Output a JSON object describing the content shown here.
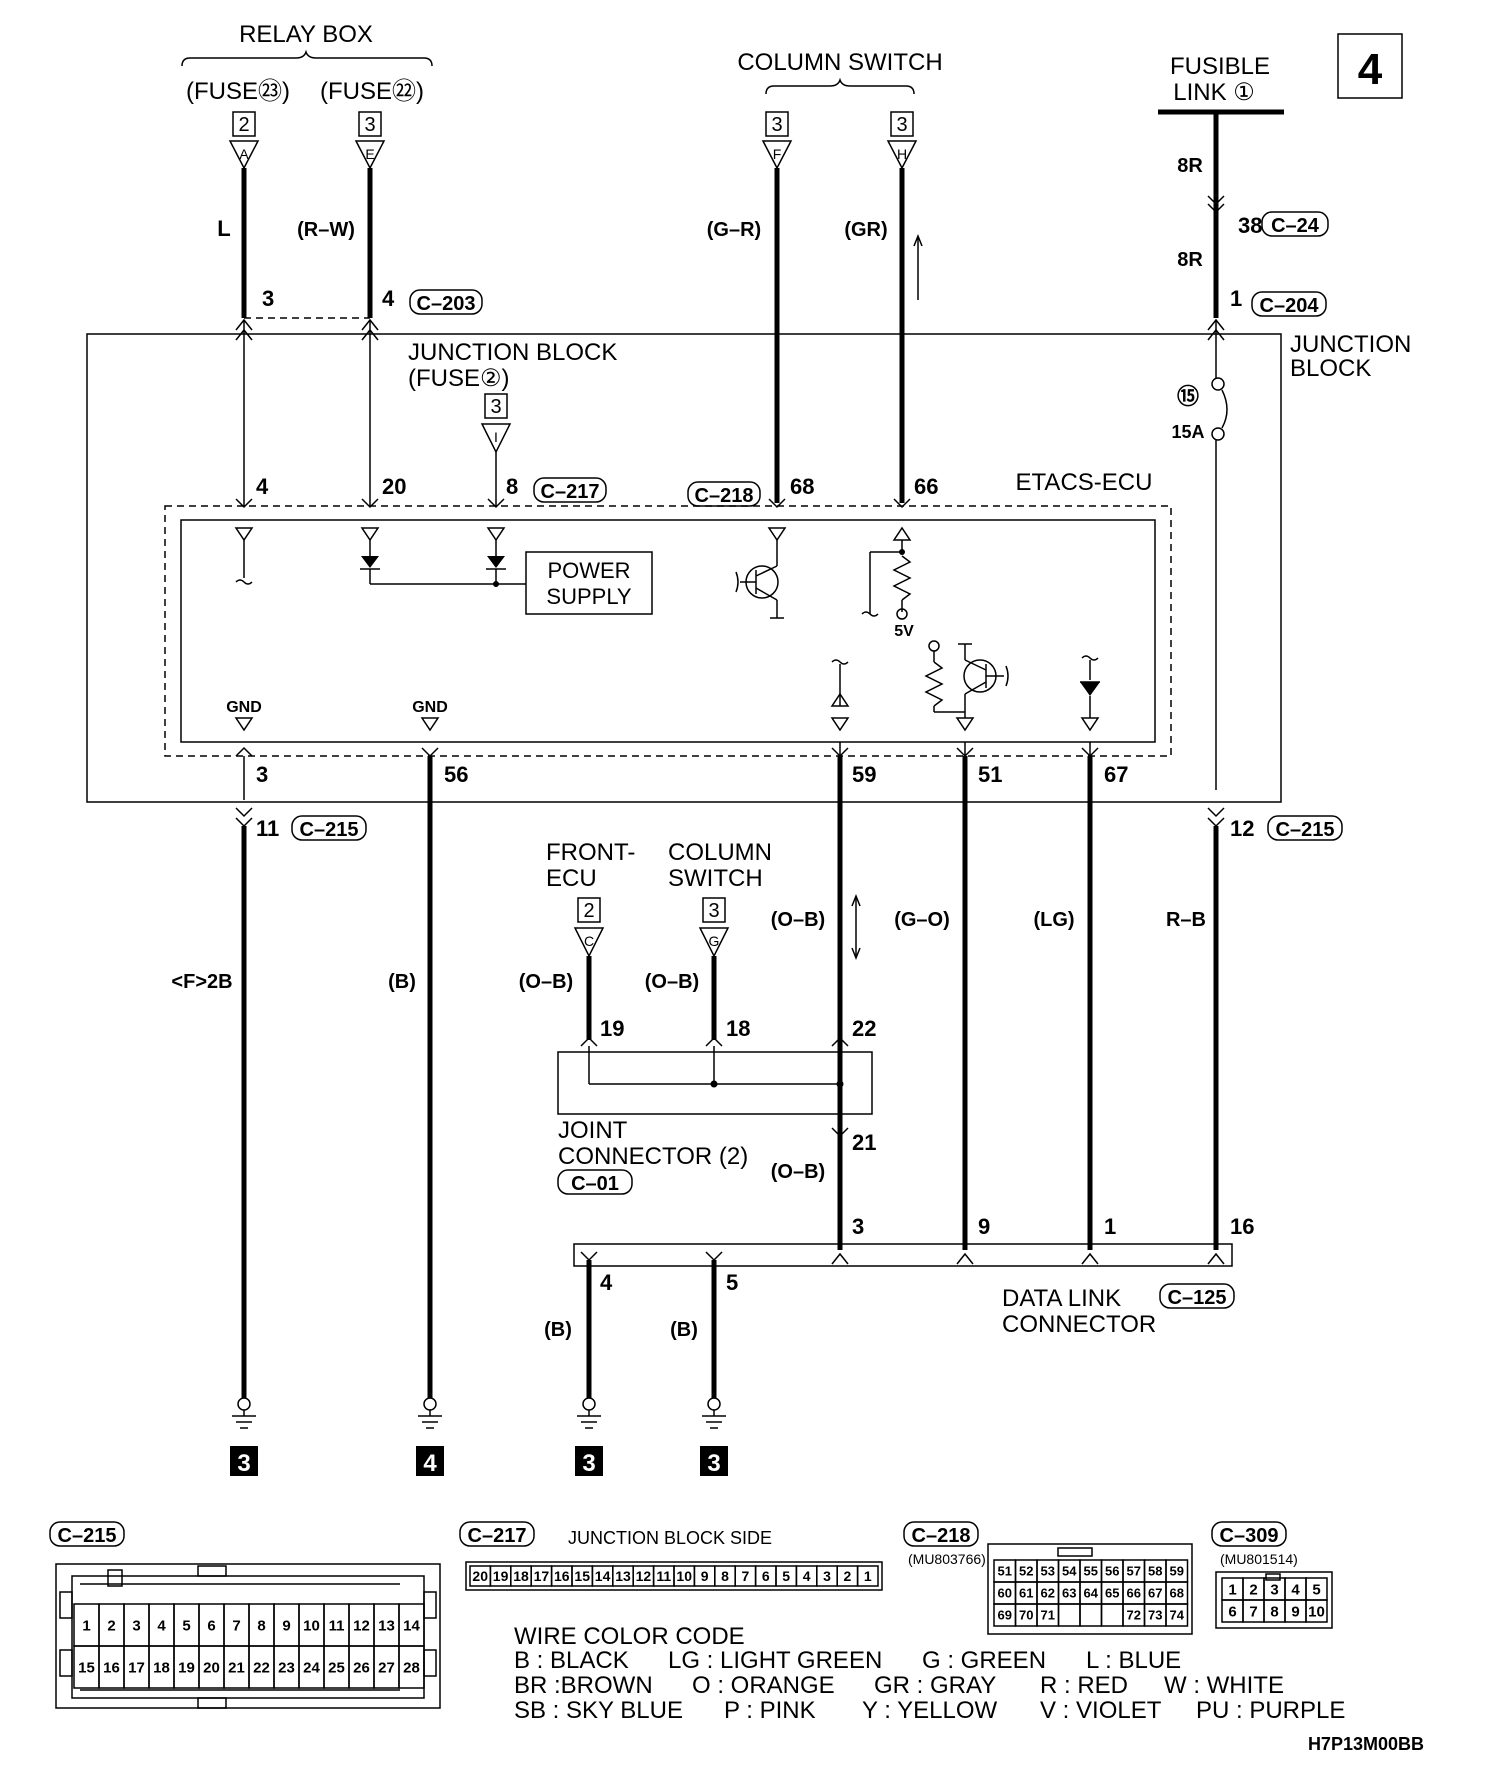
{
  "page_number": "4",
  "top": {
    "relay_box": "RELAY BOX",
    "fuse23": "(FUSE㉓)",
    "fuse22": "(FUSE㉒)",
    "column_switch": "COLUMN SWITCH",
    "fusible_link_1": "FUSIBLE",
    "fusible_link_2": "LINK ①"
  },
  "conn_tags": {
    "a": {
      "num": "2",
      "letter": "A"
    },
    "e": {
      "num": "3",
      "letter": "E"
    },
    "f": {
      "num": "3",
      "letter": "F"
    },
    "h": {
      "num": "3",
      "letter": "H"
    },
    "i": {
      "num": "3",
      "letter": "I"
    },
    "c": {
      "num": "2",
      "letter": "C"
    },
    "g": {
      "num": "3",
      "letter": "G"
    }
  },
  "wire_colors": {
    "L": "L",
    "RW": "(R–W)",
    "GR": "(G–R)",
    "GRAY": "(GR)",
    "R8a": "8R",
    "R8b": "8R",
    "F2B": "<F>2B",
    "B1": "(B)",
    "OB1": "(O–B)",
    "OB2": "(O–B)",
    "OB3": "(O–B)",
    "OB4": "(O–B)",
    "GO": "(G–O)",
    "LG": "(LG)",
    "RB": "R–B",
    "B2": "(B)",
    "B3": "(B)"
  },
  "connectors": {
    "c203": "C–203",
    "c24": "C–24",
    "c204": "C–204",
    "c217": "C–217",
    "c218": "C–218",
    "c215a": "C–215",
    "c215b": "C–215",
    "c01": "C–01",
    "c125": "C–125"
  },
  "pins": {
    "p3a": "3",
    "p4a": "4",
    "p38": "38",
    "p1a": "1",
    "p4b": "4",
    "p20": "20",
    "p8": "8",
    "p68": "68",
    "p66": "66",
    "p3b": "3",
    "p56": "56",
    "p59": "59",
    "p51": "51",
    "p67": "67",
    "p11": "11",
    "p12": "12",
    "p19": "19",
    "p18": "18",
    "p22": "22",
    "p21": "21",
    "p3c": "3",
    "p9": "9",
    "p1b": "1",
    "p16": "16",
    "p4c": "4",
    "p5": "5"
  },
  "blocks": {
    "junction_block_1": "JUNCTION",
    "junction_block_2": "BLOCK",
    "jb_fuse_1": "JUNCTION BLOCK",
    "jb_fuse_2": "(FUSE②)",
    "fuse15": "⑮",
    "fuse15a": "15A",
    "etacs": "ETACS-ECU",
    "power_1": "POWER",
    "power_2": "SUPPLY",
    "gnd1": "GND",
    "gnd2": "GND",
    "v5": "5V",
    "front_ecu_1": "FRONT-",
    "front_ecu_2": "ECU",
    "column_sw_1": "COLUMN",
    "column_sw_2": "SWITCH",
    "joint_1": "JOINT",
    "joint_2": "CONNECTOR (2)",
    "dlc_1": "DATA LINK",
    "dlc_2": "CONNECTOR"
  },
  "grounds": [
    "3",
    "4",
    "3",
    "3"
  ],
  "views": {
    "c215": "C–215",
    "c217": "C–217",
    "c217_side": "JUNCTION BLOCK SIDE",
    "c218": "C–218",
    "c218_part": "(MU803766)",
    "c309": "C–309",
    "c309_part": "(MU801514)",
    "c215_row1": [
      "1",
      "2",
      "3",
      "4",
      "5",
      "6",
      "7",
      "8",
      "9",
      "10",
      "11",
      "12",
      "13",
      "14"
    ],
    "c215_row2": [
      "15",
      "16",
      "17",
      "18",
      "19",
      "20",
      "21",
      "22",
      "23",
      "24",
      "25",
      "26",
      "27",
      "28"
    ],
    "c217_pins": [
      "20",
      "19",
      "18",
      "17",
      "16",
      "15",
      "14",
      "13",
      "12",
      "11",
      "10",
      "9",
      "8",
      "7",
      "6",
      "5",
      "4",
      "3",
      "2",
      "1"
    ],
    "c218_row1": [
      "51",
      "52",
      "53",
      "54",
      "55",
      "56",
      "57",
      "58",
      "59"
    ],
    "c218_row2": [
      "60",
      "61",
      "62",
      "63",
      "64",
      "65",
      "66",
      "67",
      "68"
    ],
    "c218_row3": [
      "69",
      "70",
      "71",
      "",
      "",
      "",
      "72",
      "73",
      "74"
    ],
    "c309_row1": [
      "1",
      "2",
      "3",
      "4",
      "5"
    ],
    "c309_row2": [
      "6",
      "7",
      "8",
      "9",
      "10"
    ]
  },
  "legend": {
    "title": "WIRE COLOR CODE",
    "line1": [
      "B : BLACK",
      "LG : LIGHT GREEN",
      "G : GREEN",
      "L : BLUE"
    ],
    "line2": [
      "BR :BROWN",
      "O : ORANGE",
      "GR : GRAY",
      "R : RED",
      "W : WHITE"
    ],
    "line3": [
      "SB : SKY BLUE",
      "P : PINK",
      "Y : YELLOW",
      "V : VIOLET",
      "PU : PURPLE"
    ]
  },
  "drawing_code": "H7P13M00BB"
}
